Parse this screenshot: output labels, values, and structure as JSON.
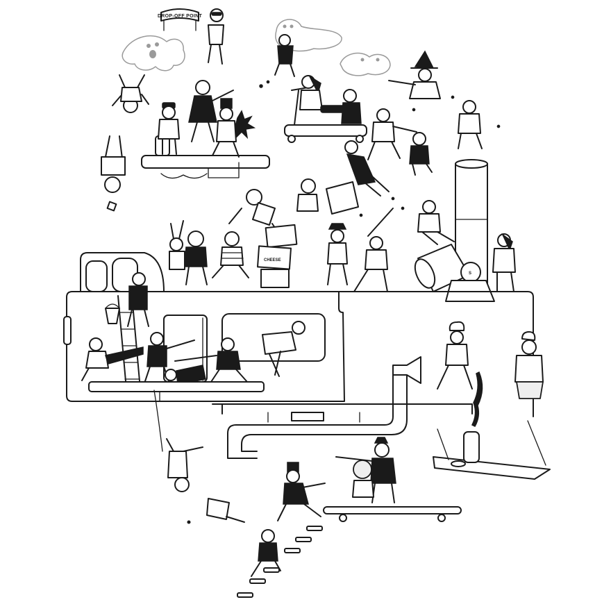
{
  "sign": {
    "label": "DROP-OFF POINT"
  },
  "labels": {
    "crate": "CHEESE",
    "cannon": "S"
  },
  "colors": {
    "ink": "#1a1a1a",
    "paper": "#ffffff",
    "ghost": "#9a9a9a",
    "fill": "#eeeeee"
  }
}
